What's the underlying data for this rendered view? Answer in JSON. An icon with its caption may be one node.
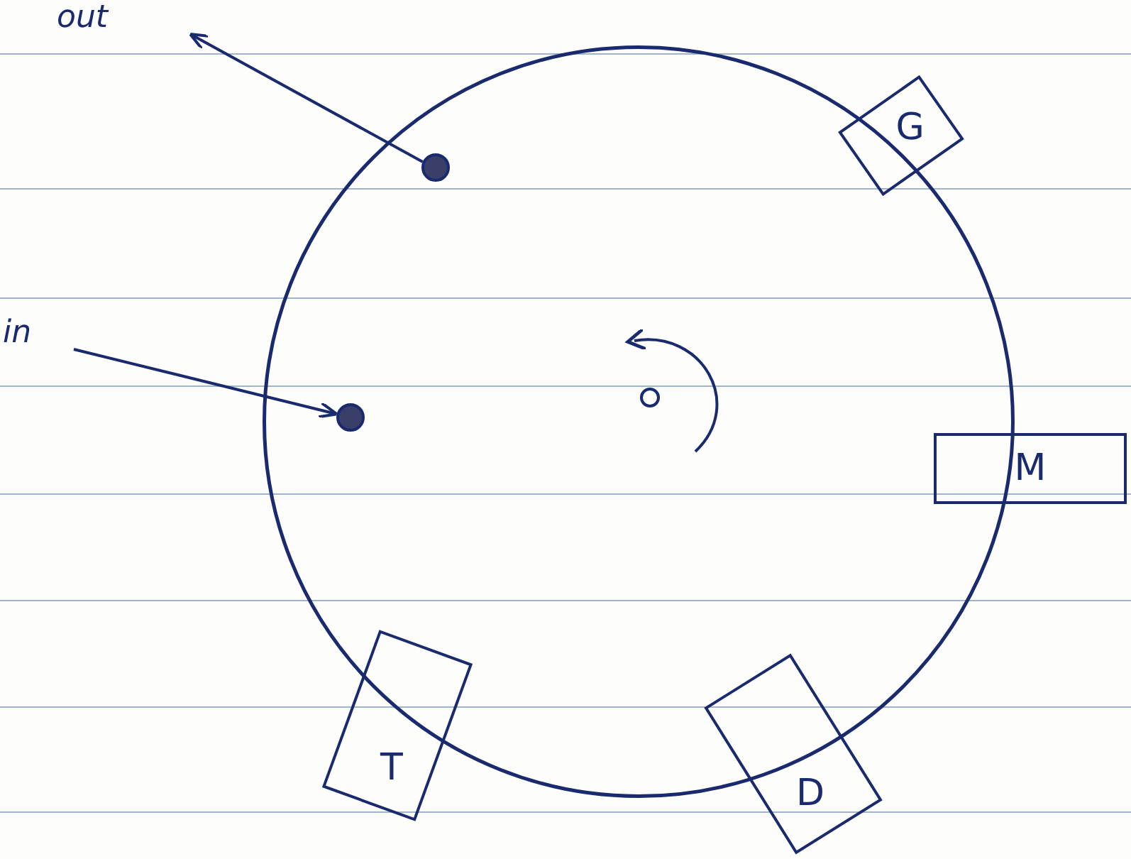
{
  "diagram": {
    "nodes": [
      {
        "text": [],
        "shape": "circle"
      },
      {
        "text": [
          "out"
        ]
      },
      {
        "text": [],
        "shape": "circle",
        "in": 0
      },
      {
        "text": [
          "in"
        ]
      },
      {
        "text": [],
        "shape": "circle",
        "in": 0
      },
      {
        "text": [],
        "shape": "circle",
        "in": 0
      },
      {
        "text": [
          "G"
        ]
      },
      {
        "text": [
          "M"
        ]
      },
      {
        "text": [
          "T"
        ]
      },
      {
        "text": [
          "D"
        ]
      }
    ],
    "edges": [
      {
        "from": 2,
        "to": 1,
        "arrow": "to"
      },
      {
        "from": 3,
        "to": 4,
        "arrow": "to"
      }
    ]
  }
}
